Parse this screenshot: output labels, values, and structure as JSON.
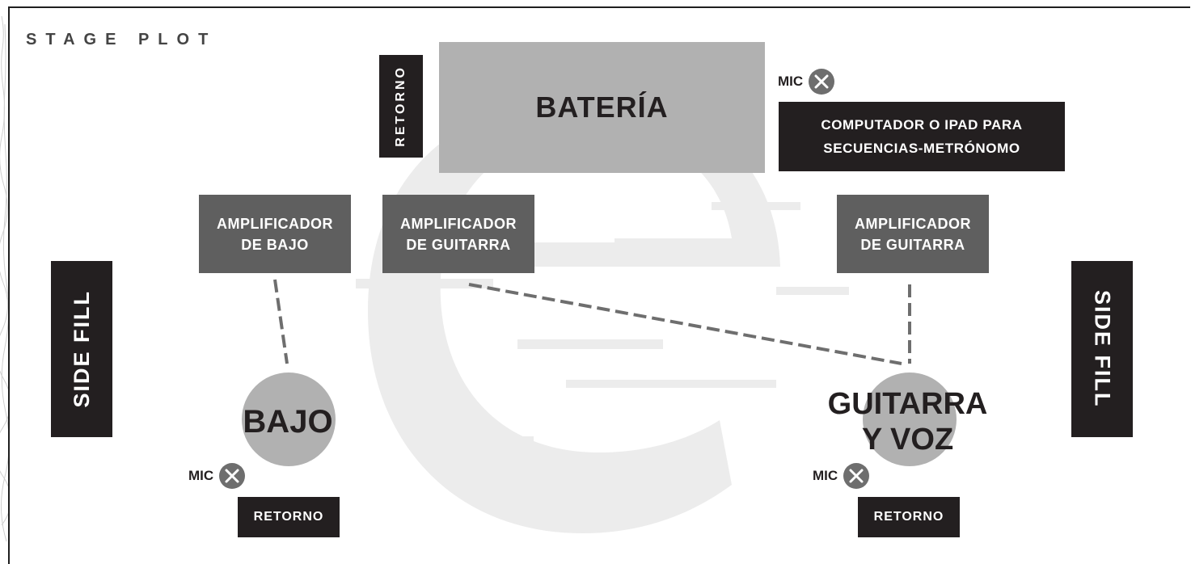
{
  "title": "STAGE PLOT",
  "drums": {
    "label": "BATERÍA",
    "monitor": "RETORNO"
  },
  "drum_mic": {
    "label": "MIC",
    "icon": "mic-x-icon"
  },
  "computer": {
    "label": "COMPUTADOR O IPAD PARA\nSECUENCIAS-METRÓNOMO"
  },
  "amps": [
    {
      "label": "AMPLIFICADOR\nDE BAJO"
    },
    {
      "label": "AMPLIFICADOR\nDE GUITARRA"
    },
    {
      "label": "AMPLIFICADOR\nDE GUITARRA"
    }
  ],
  "side_fill_left": "SIDE FILL",
  "side_fill_right": "SIDE FILL",
  "bass": {
    "label": "BAJO",
    "mic": "MIC",
    "monitor": "RETORNO"
  },
  "guitar_vocal": {
    "label_line1": "GUITARRA",
    "label_line2": "Y VOZ",
    "mic": "MIC",
    "monitor": "RETORNO"
  },
  "colors": {
    "dark": "#231f20",
    "amp": "#5f5f5f",
    "light_gray": "#b1b1b1",
    "cable": "#6e6e6e"
  }
}
